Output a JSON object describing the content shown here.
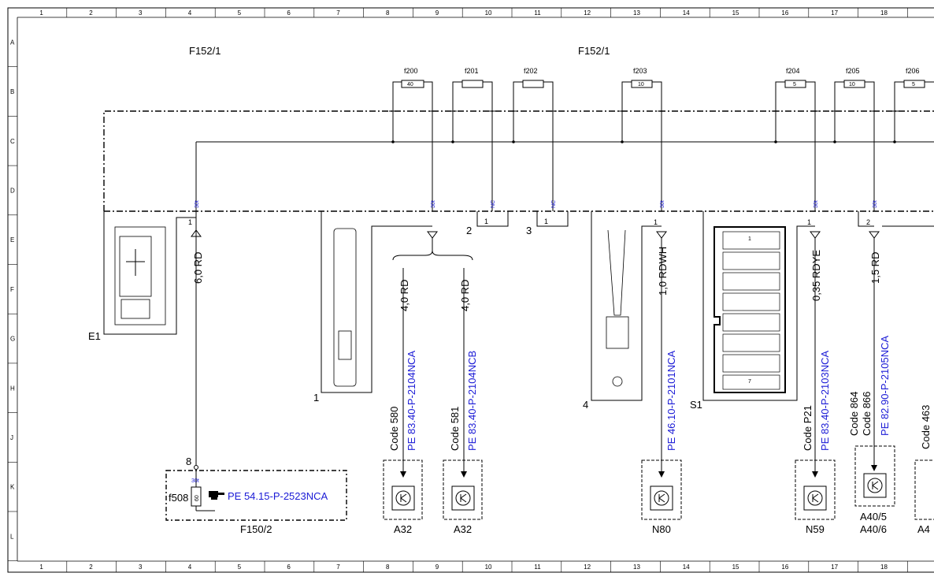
{
  "grid": {
    "columns": [
      "1",
      "2",
      "3",
      "4",
      "5",
      "6",
      "7",
      "8",
      "9",
      "10",
      "11",
      "12",
      "13",
      "14",
      "15",
      "16",
      "17",
      "18"
    ],
    "rows": [
      "A",
      "B",
      "C",
      "D",
      "E",
      "F",
      "G",
      "H",
      "J",
      "K",
      "L"
    ]
  },
  "modules": {
    "left": "F152/1",
    "right": "F152/1",
    "bottom_fuse_box": "F150/2"
  },
  "fuses": [
    {
      "id": "f200",
      "rating": "40"
    },
    {
      "id": "f201",
      "rating": ""
    },
    {
      "id": "f202",
      "rating": ""
    },
    {
      "id": "f203",
      "rating": "10"
    },
    {
      "id": "f204",
      "rating": "5"
    },
    {
      "id": "f205",
      "rating": "10"
    },
    {
      "id": "f206",
      "rating": "5"
    }
  ],
  "pin_labels": {
    "p30t": "30t",
    "nc": "NC"
  },
  "connectors": [
    {
      "id": "E1",
      "pin": "1"
    },
    {
      "id": "1",
      "pin": ""
    },
    {
      "id": "2",
      "pin": "1"
    },
    {
      "id": "3",
      "pin": "1"
    },
    {
      "id": "4",
      "pin": "1"
    },
    {
      "id": "S1",
      "pin": "1"
    },
    {
      "id": "",
      "pin": "1"
    },
    {
      "id": "",
      "pin": "2"
    }
  ],
  "s1_slots": {
    "first": "1",
    "last": "7"
  },
  "wires": [
    {
      "spec": "6,0 RD"
    },
    {
      "spec": "4,0 RD"
    },
    {
      "spec": "4,0 RD"
    },
    {
      "spec": "1,0 RDWH"
    },
    {
      "spec": "0,35 RDYE"
    },
    {
      "spec": "1,5 RD"
    }
  ],
  "codes": {
    "c580": "Code 580",
    "c581": "Code 581",
    "p21": "Code P21",
    "c864": "Code 864",
    "c866": "Code 866",
    "c463": "Code 463"
  },
  "references": {
    "r1": "PE 83.40-P-2104NCA",
    "r2": "PE 83.40-P-2104NCB",
    "r3": "PE 46.10-P-2101NCA",
    "r4": "PE 83.40-P-2103NCA",
    "r5": "PE 82.90-P-2105NCA",
    "r6": "PE 54.15-P-2523NCA"
  },
  "fuse_f508": {
    "id": "f508",
    "rating": "60",
    "terminal": "30t",
    "node": "8"
  },
  "components": {
    "a32_1": "A32",
    "a32_2": "A32",
    "n80": "N80",
    "n59": "N59",
    "a40_5": "A40/5",
    "a40_6": "A40/6",
    "a4": "A4"
  },
  "colors": {
    "reference": "#1a1ad6",
    "line": "#000000"
  }
}
